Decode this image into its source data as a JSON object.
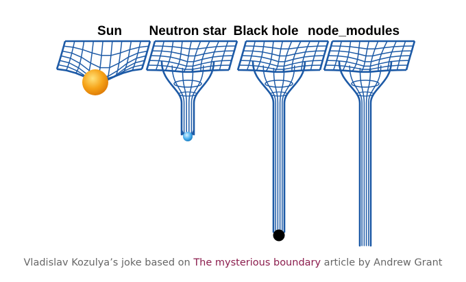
{
  "labels": {
    "sun": "Sun",
    "neutron_star": "Neutron star",
    "black_hole": "Black hole",
    "node_modules": "node_modules"
  },
  "caption": {
    "before": "Vladislav Kozulya’s joke based on ",
    "link": "The mysterious boundary",
    "after": " article by Andrew Grant"
  },
  "colors": {
    "grid_line": "#1d5aa6",
    "sun_fill": "#f6a318",
    "neutron_star_fill": "#4fb3f0",
    "black_hole_fill": "#000000",
    "caption_text": "#666666",
    "caption_link": "#8b1d4d"
  }
}
